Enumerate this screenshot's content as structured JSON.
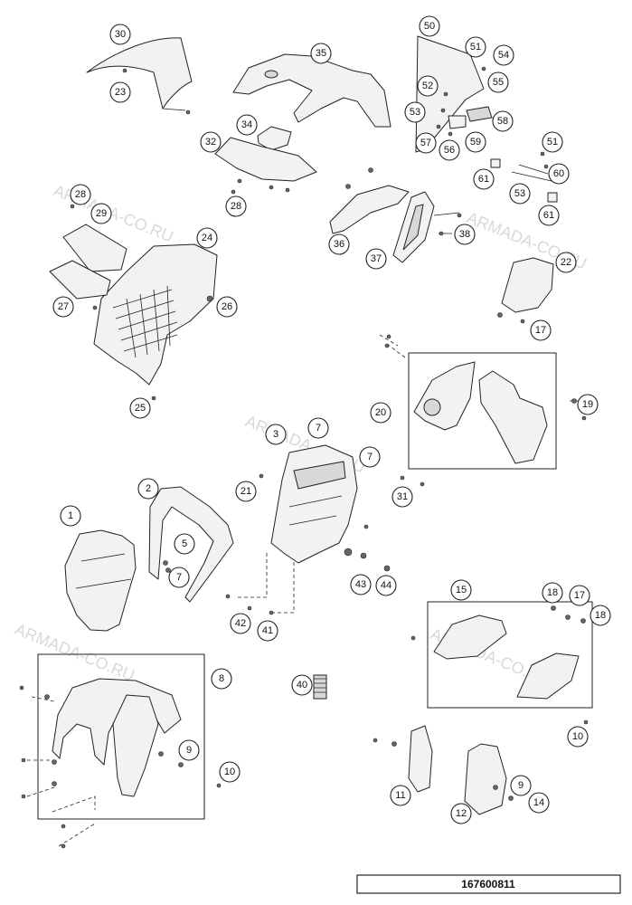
{
  "watermark": "ARMADA-CO.RU",
  "diagram_code": "167600811",
  "callouts": [
    "1",
    "2",
    "3",
    "5",
    "7",
    "7",
    "7",
    "8",
    "9",
    "9",
    "10",
    "10",
    "11",
    "12",
    "14",
    "15",
    "17",
    "17",
    "18",
    "18",
    "19",
    "20",
    "21",
    "22",
    "23",
    "24",
    "25",
    "26",
    "27",
    "28",
    "28",
    "29",
    "30",
    "31",
    "32",
    "34",
    "35",
    "36",
    "37",
    "38",
    "40",
    "41",
    "42",
    "43",
    "44",
    "50",
    "51",
    "51",
    "52",
    "53",
    "53",
    "54",
    "55",
    "56",
    "57",
    "58",
    "59",
    "60",
    "61",
    "61"
  ]
}
